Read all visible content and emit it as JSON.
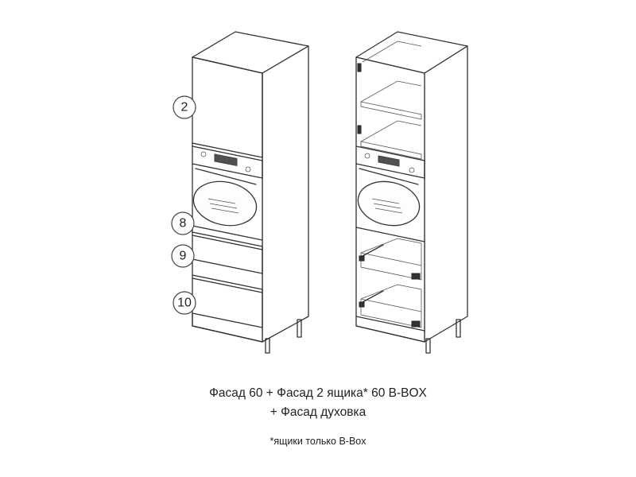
{
  "callouts": [
    "2",
    "8",
    "9",
    "10"
  ],
  "caption": {
    "line1": "Фасад 60 + Фасад 2 ящика* 60 B-BOX",
    "line2": "+ Фасад духовка",
    "note": "*ящики только B-Box"
  }
}
